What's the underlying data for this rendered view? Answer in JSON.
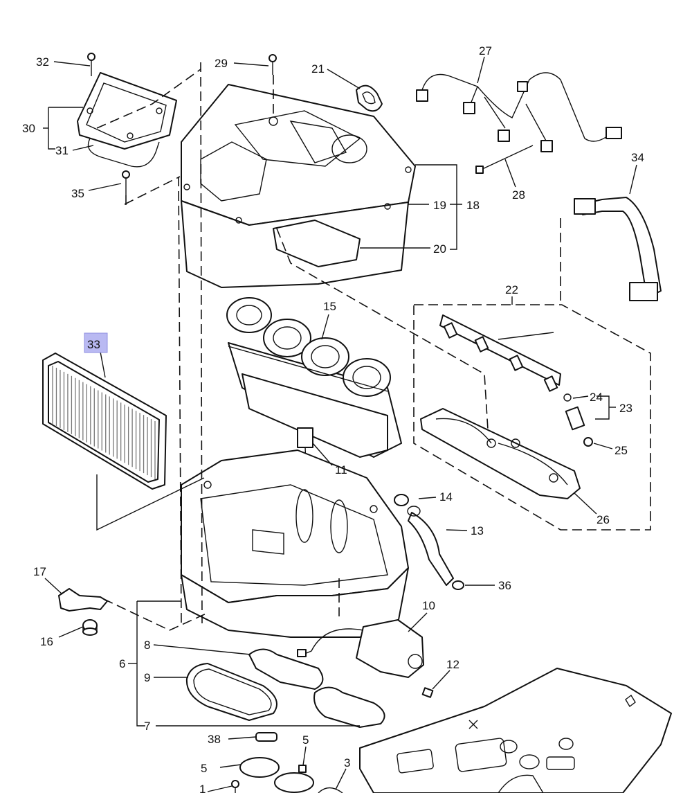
{
  "diagram": {
    "callouts": [
      {
        "id": "c1",
        "text": "1"
      },
      {
        "id": "c3",
        "text": "3"
      },
      {
        "id": "c5a",
        "text": "5"
      },
      {
        "id": "c5b",
        "text": "5"
      },
      {
        "id": "c6",
        "text": "6"
      },
      {
        "id": "c7",
        "text": "7"
      },
      {
        "id": "c8",
        "text": "8"
      },
      {
        "id": "c9",
        "text": "9"
      },
      {
        "id": "c10",
        "text": "10"
      },
      {
        "id": "c11",
        "text": "11"
      },
      {
        "id": "c12",
        "text": "12"
      },
      {
        "id": "c13",
        "text": "13"
      },
      {
        "id": "c14",
        "text": "14"
      },
      {
        "id": "c15",
        "text": "15"
      },
      {
        "id": "c16",
        "text": "16"
      },
      {
        "id": "c17",
        "text": "17"
      },
      {
        "id": "c18",
        "text": "18"
      },
      {
        "id": "c19",
        "text": "19"
      },
      {
        "id": "c20",
        "text": "20"
      },
      {
        "id": "c21",
        "text": "21"
      },
      {
        "id": "c22",
        "text": "22"
      },
      {
        "id": "c23",
        "text": "23"
      },
      {
        "id": "c24",
        "text": "24"
      },
      {
        "id": "c25",
        "text": "25"
      },
      {
        "id": "c26",
        "text": "26"
      },
      {
        "id": "c27",
        "text": "27"
      },
      {
        "id": "c28",
        "text": "28"
      },
      {
        "id": "c29",
        "text": "29"
      },
      {
        "id": "c30",
        "text": "30"
      },
      {
        "id": "c31",
        "text": "31"
      },
      {
        "id": "c32",
        "text": "32"
      },
      {
        "id": "c33",
        "text": "33",
        "highlighted": true
      },
      {
        "id": "c34",
        "text": "34"
      },
      {
        "id": "c35",
        "text": "35"
      },
      {
        "id": "c36",
        "text": "36"
      },
      {
        "id": "c38",
        "text": "38"
      }
    ],
    "highlight_color": "#b9b9f2",
    "line_color": "#111111"
  }
}
